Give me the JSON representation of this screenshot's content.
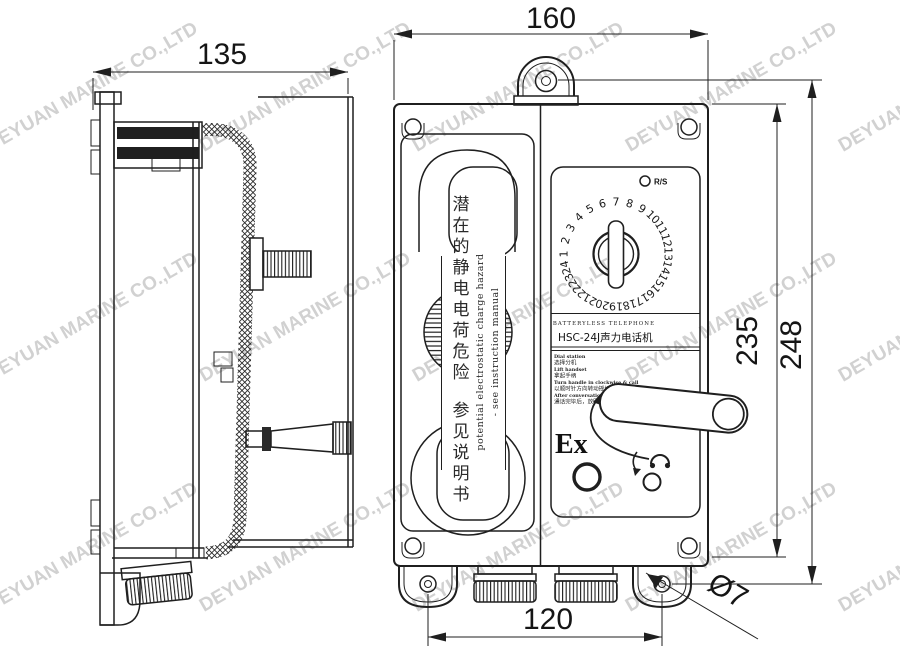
{
  "watermark": {
    "text": "DEYUAN MARINE CO.,LTD",
    "color": "#c9c9c9"
  },
  "dimensions": {
    "side_width": "135",
    "front_width": "160",
    "body_height": "235",
    "total_height": "248",
    "hole_spacing": "120",
    "hole_diameter": "Ø7"
  },
  "front_view": {
    "panel": {
      "rs_label": "R/S",
      "ex_label": "Ex",
      "dial_numbers": [
        "1",
        "2",
        "3",
        "4",
        "5",
        "6",
        "7",
        "8",
        "9",
        "10",
        "11",
        "12",
        "13",
        "14",
        "15",
        "16",
        "17",
        "18",
        "19",
        "20",
        "21",
        "22",
        "23",
        "24"
      ],
      "nameplate": {
        "line1": "BATTERYLESS TELEPHONE",
        "line2": "HSC-24J声力电话机"
      },
      "instructions": [
        {
          "en": "Dial  station",
          "cn": "选择分机"
        },
        {
          "en": "Lift  handset",
          "cn": "拿起手柄"
        },
        {
          "en": "Turn  handle  in  clockwise  &  call",
          "cn": "以顺时针方向转动摇柄，并通话"
        },
        {
          "en": "After  conversation  replace  handset",
          "cn": "通话完毕后，放回手柄"
        }
      ]
    },
    "handset_label": {
      "cn1": "潜在的静电电荷危险",
      "cn2": "参见说明书",
      "en1": "potential electrostatic charge hazard",
      "en2": "- see instruction manual"
    }
  }
}
